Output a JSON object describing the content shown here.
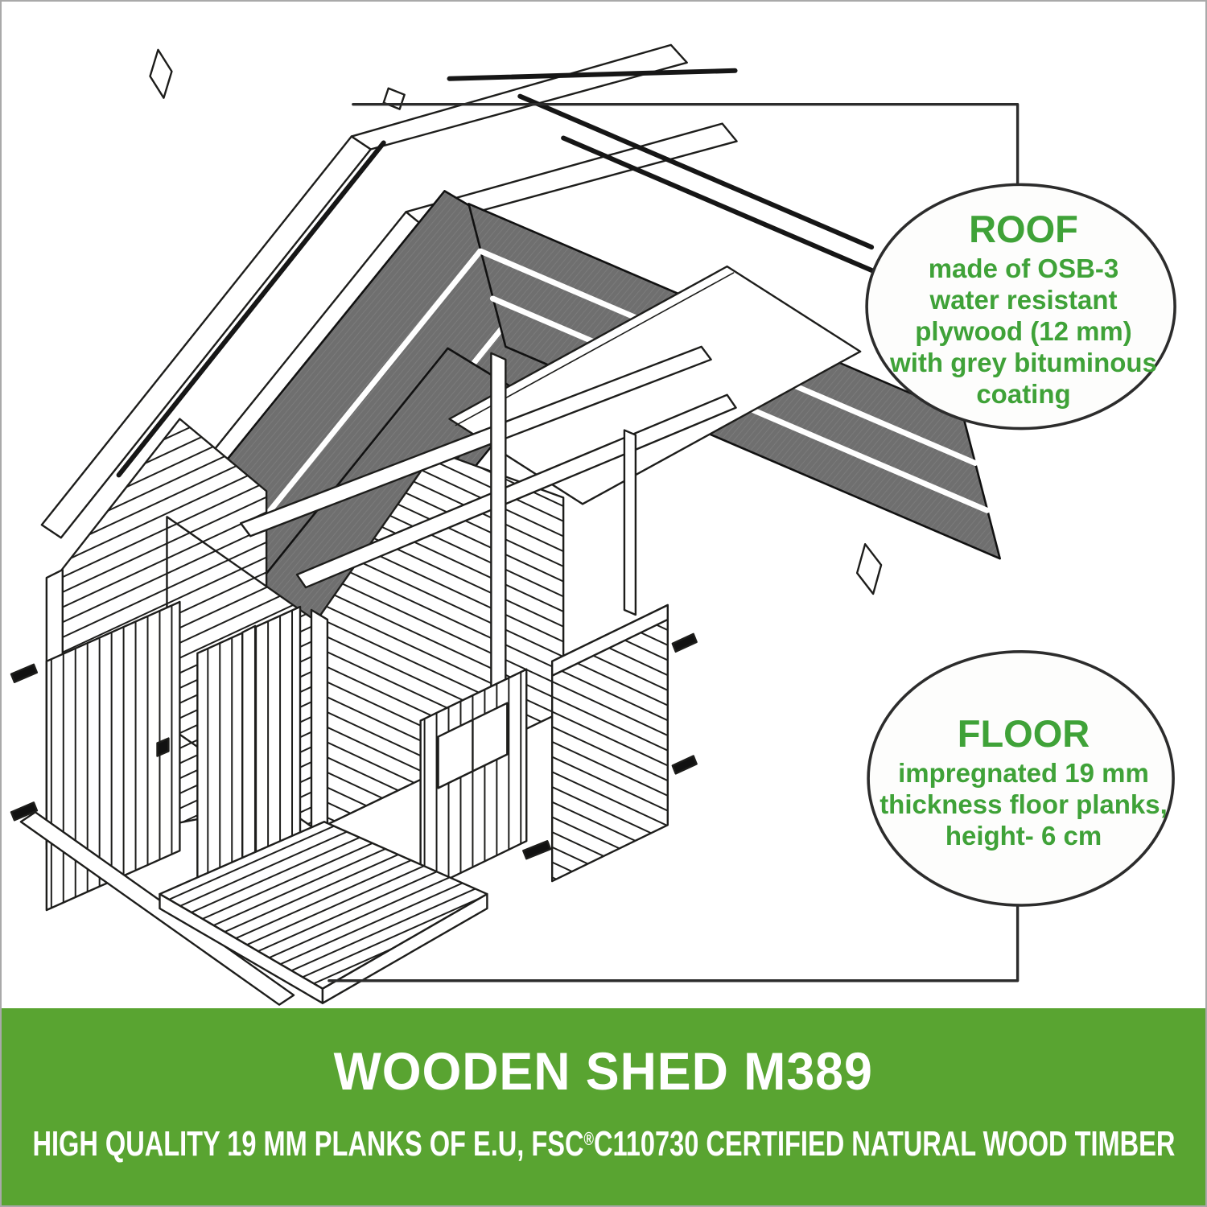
{
  "page": {
    "background": "#ffffff",
    "border_color": "#a9a9a9"
  },
  "diagram": {
    "description": "Exploded isometric line drawing of a wooden garden shed kit",
    "stroke_color": "#1d1d1b",
    "bitumen_panel_fill": "#6f6f6f",
    "parts": [
      "roof fascia boards",
      "grey bituminous roof panels",
      "roof battens",
      "OSB-3 plywood roof sheet",
      "gable wall panel",
      "plank wall panels",
      "corner trim and posts",
      "rafter beams",
      "plank door leaves",
      "door with window",
      "floor deck of planks",
      "floor bearer board"
    ]
  },
  "callouts": {
    "roof": {
      "title": "ROOF",
      "lines": [
        "made of OSB-3",
        "water resistant",
        "plywood (12 mm)",
        "with grey bituminous",
        "coating"
      ],
      "text_color": "#3fa238",
      "circle_stroke": "#2c2c2c",
      "circle_fill": "#fdfdfc"
    },
    "floor": {
      "title": "FLOOR",
      "lines": [
        "impregnated 19 mm",
        "thickness floor planks,",
        "height- 6 cm"
      ],
      "text_color": "#3fa238",
      "circle_stroke": "#2c2c2c",
      "circle_fill": "#fdfdfc"
    }
  },
  "banner": {
    "background": "#59a431",
    "text_color": "#ffffff",
    "title": "WOODEN SHED M389",
    "subtitle": {
      "prefix": "HIGH QUALITY 19 MM PLANKS OF E.U, FSC",
      "registered_mark": "®",
      "suffix": "C110730 CERTIFIED NATURAL WOOD TIMBER"
    }
  }
}
